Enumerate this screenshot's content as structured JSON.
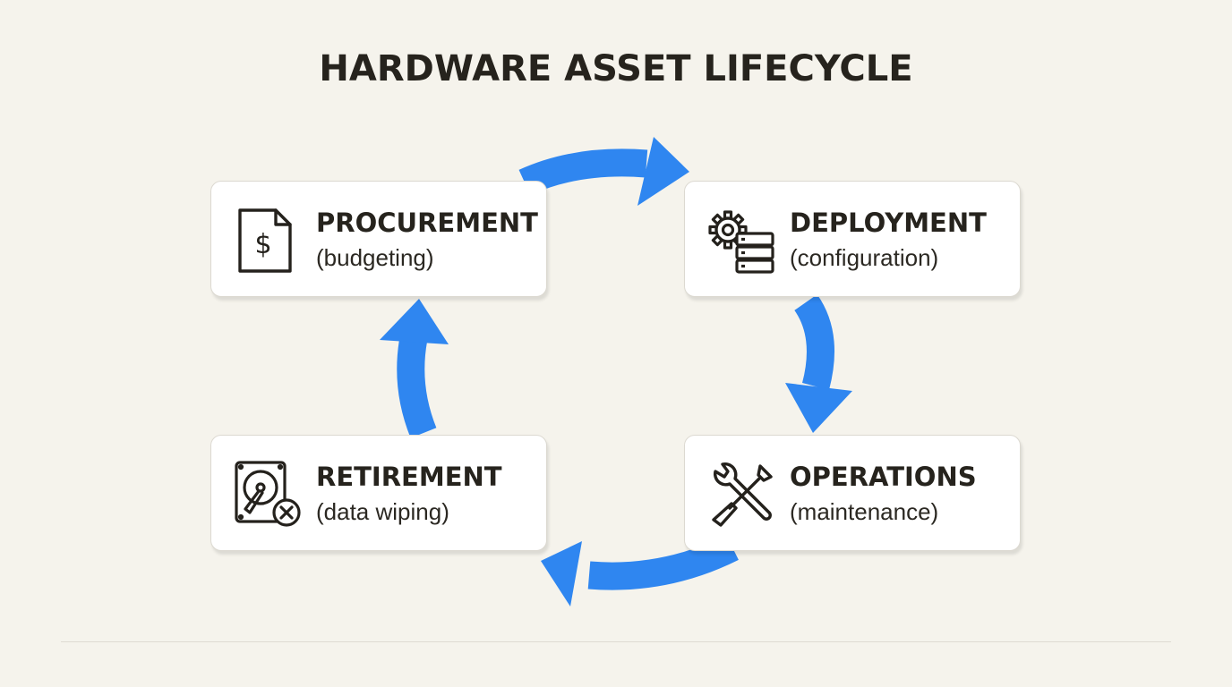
{
  "title": "HARDWARE ASSET LIFECYCLE",
  "accent_color": "#2f86f0",
  "stages": [
    {
      "name": "PROCUREMENT",
      "detail": "(budgeting)",
      "icon": "invoice-dollar-icon"
    },
    {
      "name": "DEPLOYMENT",
      "detail": "(configuration)",
      "icon": "gear-server-icon"
    },
    {
      "name": "OPERATIONS",
      "detail": "(maintenance)",
      "icon": "wrench-screwdriver-icon"
    },
    {
      "name": "RETIREMENT",
      "detail": "(data wiping)",
      "icon": "hard-drive-delete-icon"
    }
  ],
  "flow": "clockwise"
}
